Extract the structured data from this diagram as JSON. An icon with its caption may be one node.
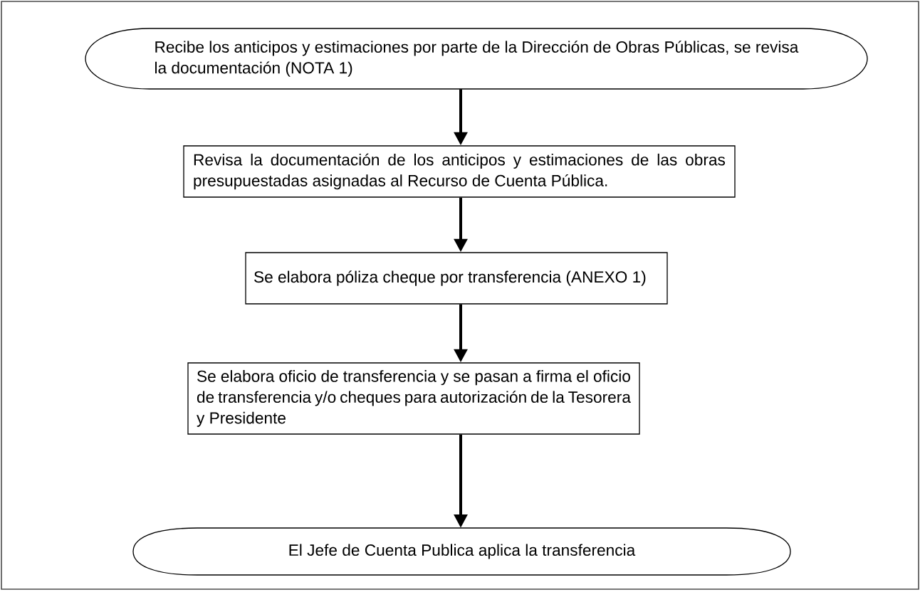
{
  "diagram": {
    "nodes": [
      {
        "text": [
          "Recibe los anticipos y estimaciones por parte de la Dirección de Obras Públicas, se revisa la documentación (NOTA 1)"
        ]
      },
      {
        "text": [
          "Revisa la documentación de los anticipos y estimaciones de las obras presupuestadas asignadas al Recurso de Cuenta Pública."
        ]
      },
      {
        "text": [
          "Se elabora póliza cheque por transferencia (ANEXO 1)"
        ]
      },
      {
        "text": [
          "Se elabora oficio de transferencia  y se pasan a firma el oficio de transferencia y/o cheques para autorización de la Tesorera y Presidente"
        ]
      },
      {
        "text": [
          "El Jefe de Cuenta Publica aplica la transferencia"
        ]
      }
    ],
    "edges": [
      {
        "from": 0,
        "to": 1,
        "arrow": "to"
      },
      {
        "from": 1,
        "to": 2,
        "arrow": "to"
      },
      {
        "from": 2,
        "to": 3,
        "arrow": "to"
      },
      {
        "from": 3,
        "to": 4,
        "arrow": "to"
      }
    ]
  }
}
